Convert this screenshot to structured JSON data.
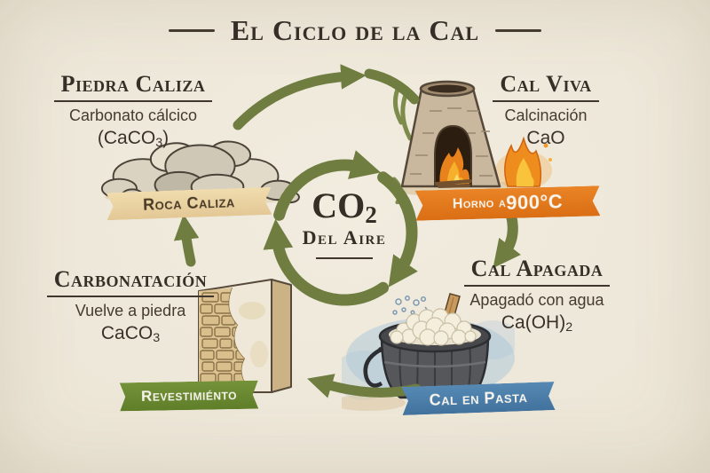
{
  "title": "El Ciclo de la Cal",
  "center": {
    "gas": "CO",
    "gas_sub": "2",
    "source": "Del Aire"
  },
  "stages": {
    "piedra_caliza": {
      "heading": "Piedra Caliza",
      "desc": "Carbonato cálcico",
      "formula_pre": "(CaCO",
      "formula_sub": "3",
      "formula_post": ")",
      "banner": "Roca Caliza"
    },
    "cal_viva": {
      "heading": "Cal Viva",
      "desc": "Calcinación",
      "formula_pre": "CaO",
      "formula_sub": "",
      "formula_post": "",
      "banner_pre": "Horno a ",
      "banner_temp": "900°C"
    },
    "cal_apagada": {
      "heading": "Cal Apagada",
      "desc": "Apagadó con agua",
      "formula_pre": "Ca(OH)",
      "formula_sub": "2",
      "formula_post": "",
      "banner": "Cal en Pasta"
    },
    "carbonatacion": {
      "heading": "Carbonatación",
      "desc": "Vuelve a piedra",
      "formula_pre": "CaCO",
      "formula_sub": "3",
      "formula_post": "",
      "banner": "Revestimiénto"
    }
  },
  "colors": {
    "background": "#ece6d8",
    "ink": "#3a322a",
    "olive_arrow": "#6f7d41",
    "banner_tan": "#ecd4a4",
    "banner_orange": "#e2771d",
    "banner_green": "#69892f",
    "banner_blue": "#4b7da9"
  }
}
